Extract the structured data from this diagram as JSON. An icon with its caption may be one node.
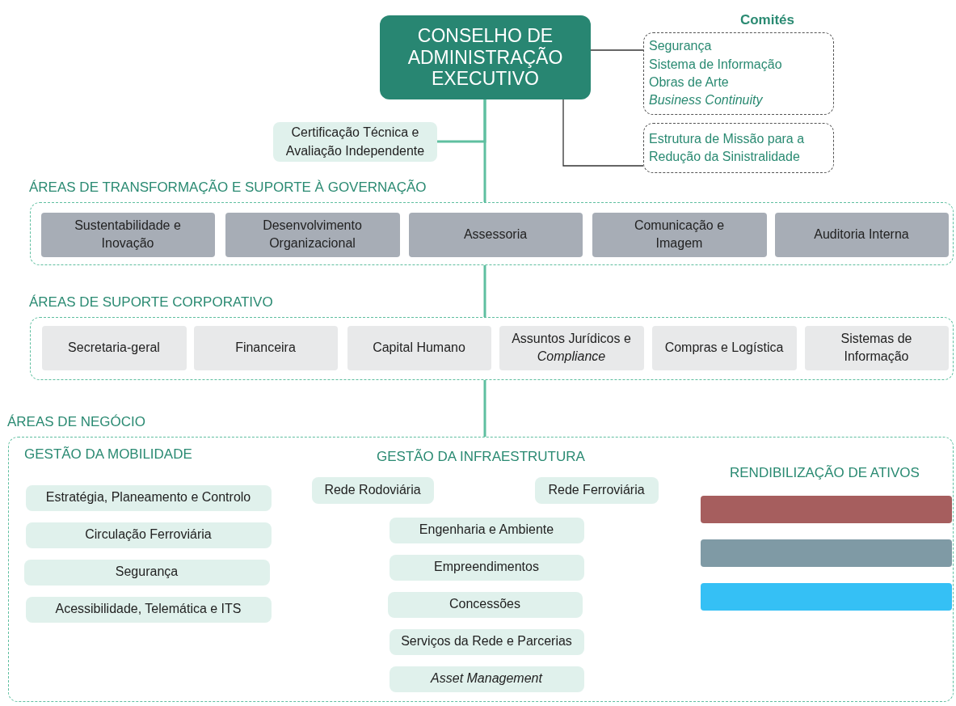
{
  "diagram": {
    "nodes": [
      {
        "text": [
          "CONSELHO DE ADMINISTRAÇÃO EXECUTIVO"
        ]
      },
      {
        "text": [
          "Comités",
          "Segurança",
          "Sistema de Informação",
          "Obras de Arte",
          "*Business Continuity*"
        ]
      },
      {
        "text": [
          "Estrutura de Missão para a Redução da Sinistralidade"
        ]
      },
      {
        "text": [
          "Certificação Técnica e Avaliação Independente"
        ]
      },
      {
        "text": [
          "ÁREAS DE TRANSFORMAÇÃO E SUPORTE À GOVERNAÇÃO"
        ]
      },
      {
        "text": [
          "Sustentabilidade e Inovação"
        ],
        "in": 4
      },
      {
        "text": [
          "Desenvolvimento Organizacional"
        ],
        "in": 4
      },
      {
        "text": [
          "Assessoria"
        ],
        "in": 4
      },
      {
        "text": [
          "Comunicação e Imagem"
        ],
        "in": 4
      },
      {
        "text": [
          "Auditoria Interna"
        ],
        "in": 4
      },
      {
        "text": [
          "ÁREAS DE SUPORTE CORPORATIVO"
        ]
      },
      {
        "text": [
          "Secretaria-geral"
        ],
        "in": 10
      },
      {
        "text": [
          "Financeira"
        ],
        "in": 10
      },
      {
        "text": [
          "Capital Humano"
        ],
        "in": 10
      },
      {
        "text": [
          "Assuntos Jurídicos e *Compliance*"
        ],
        "in": 10
      },
      {
        "text": [
          "Compras e Logística"
        ],
        "in": 10
      },
      {
        "text": [
          "Sistemas de Informação"
        ],
        "in": 10
      },
      {
        "text": [
          "ÁREAS DE NEGÓCIO"
        ]
      },
      {
        "text": [
          "Estratégia, Planeamento e Controlo"
        ],
        "in": 17
      },
      {
        "text": [
          "Circulação Ferroviária"
        ],
        "in": 17
      },
      {
        "text": [
          "Segurança"
        ],
        "in": 17
      },
      {
        "text": [
          "Acessibilidade, Telemática e ITS"
        ],
        "in": 17
      },
      {
        "text": [
          "Rede Rodoviária"
        ],
        "in": 17
      },
      {
        "text": [
          "Rede Ferroviária"
        ],
        "in": 17
      },
      {
        "text": [
          "Engenharia e Ambiente"
        ],
        "in": 17
      },
      {
        "text": [
          "Empreendimentos"
        ],
        "in": 17
      },
      {
        "text": [
          "Concessões"
        ],
        "in": 17
      },
      {
        "text": [
          "Serviços da Rede e Parcerias"
        ],
        "in": 17
      },
      {
        "text": [
          "Asset Management"
        ],
        "in": 17
      },
      {
        "text": [],
        "shape": "bar",
        "in": 17
      },
      {
        "text": [],
        "shape": "bar",
        "in": 17
      },
      {
        "text": [],
        "shape": "bar",
        "in": 17
      }
    ],
    "edges": [
      {
        "from": 0,
        "to": 1,
        "arrow": "none",
        "color": "#333333"
      },
      {
        "from": 0,
        "to": 2,
        "arrow": "none",
        "color": "#333333"
      },
      {
        "from": 0,
        "to": 3,
        "arrow": "none"
      },
      {
        "from": 0,
        "to": 4,
        "arrow": "none"
      },
      {
        "from": 4,
        "to": 10,
        "arrow": "none"
      },
      {
        "from": 10,
        "to": 17,
        "arrow": "none"
      }
    ],
    "labels": [
      "GESTÃO DA MOBILIDADE",
      "GESTÃO DA INFRAESTRUTURA",
      "RENDIBILIZAÇÃO DE ATIVOS"
    ]
  }
}
